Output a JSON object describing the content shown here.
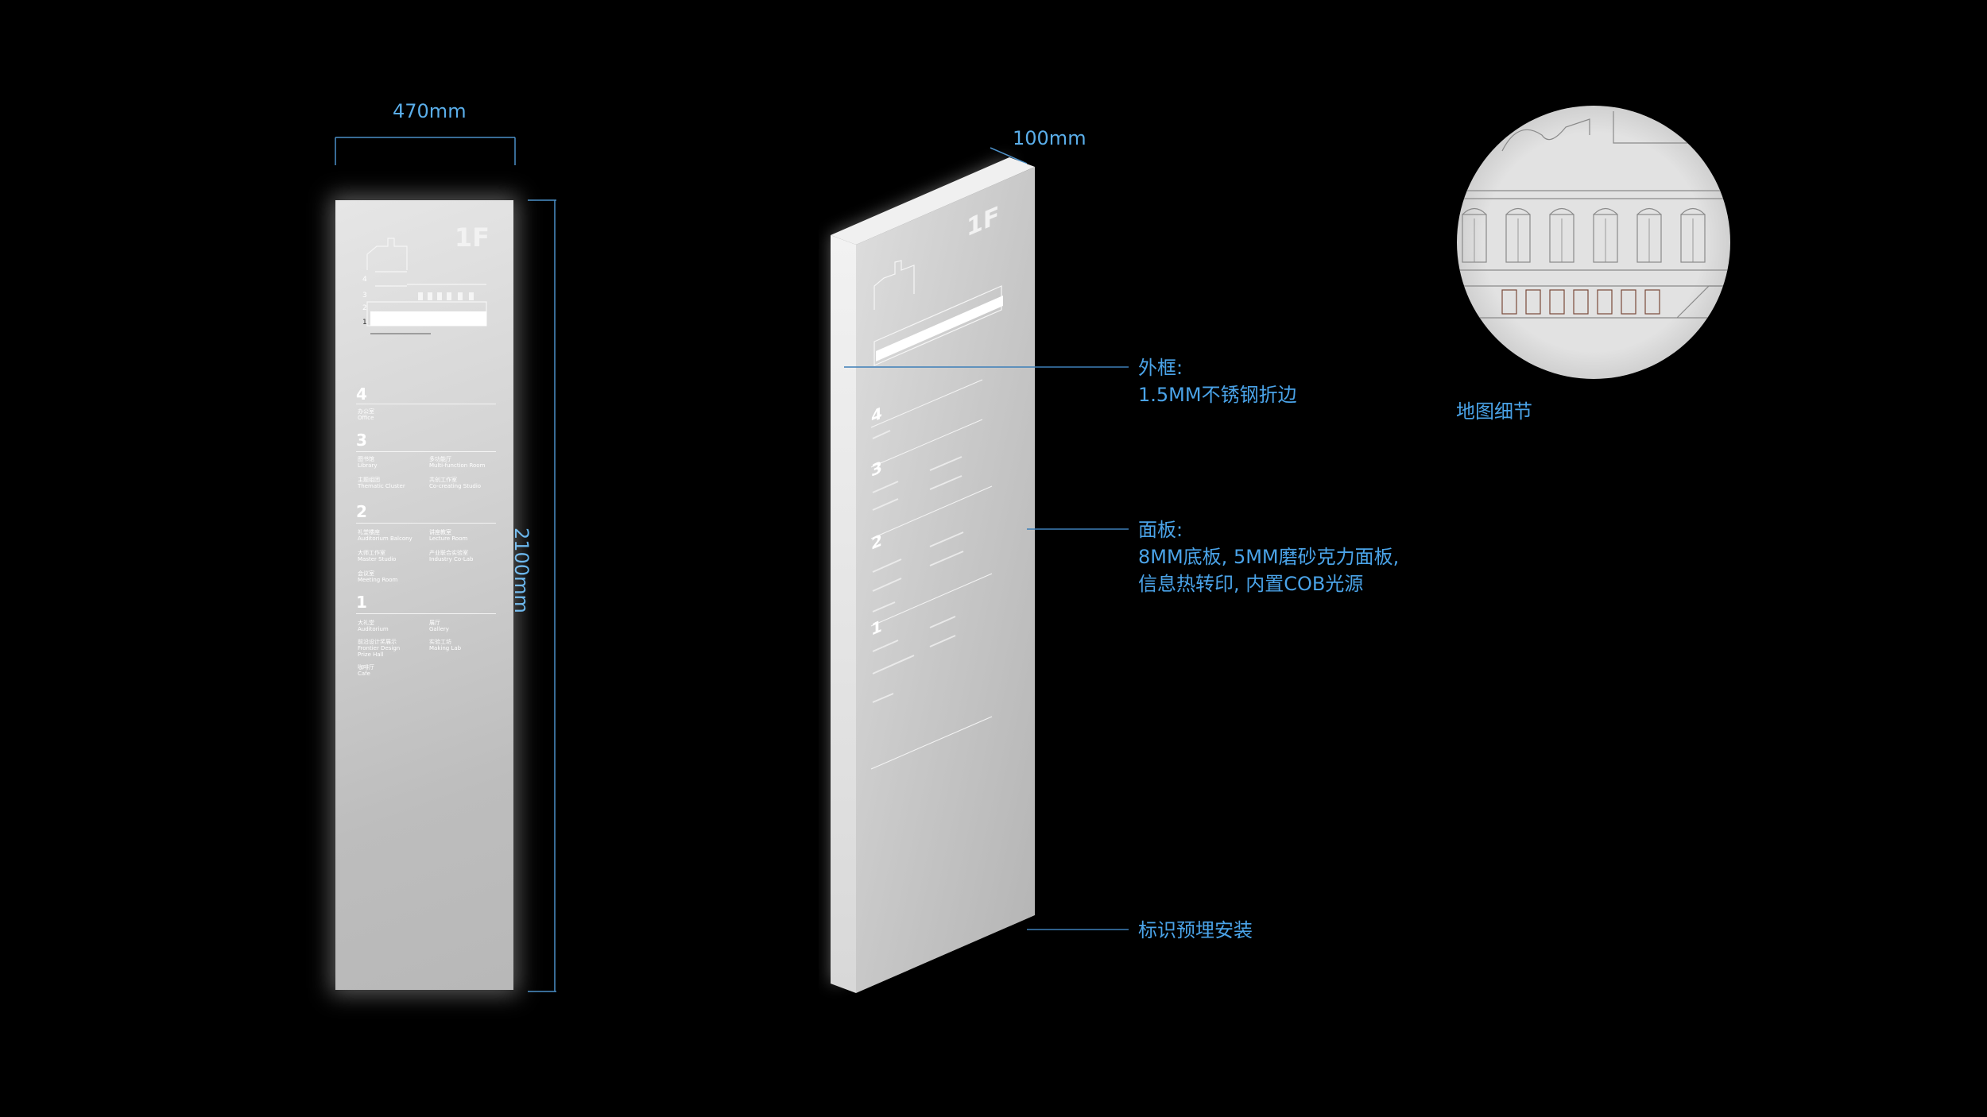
{
  "front_sign": {
    "width_label": "470mm",
    "height_label": "2100mm",
    "floor_label": "1F",
    "floors": [
      {
        "num": "4",
        "items": [
          "办公室\nOffice"
        ]
      },
      {
        "num": "3",
        "items": [
          "图书馆\nLibrary",
          "多功能厅\nMulti-function Room",
          "主题组团\nThematic Cluster",
          "共创工作室\nCo-creating Studio"
        ]
      },
      {
        "num": "2",
        "items": [
          "礼堂楼座\nAuditorium Balcony",
          "讲座教室\nLecture Room",
          "大师工作室\nMaster Studio",
          "产业联合实验室\nIndustry Co-Lab",
          "会议室\nMeeting Room"
        ]
      },
      {
        "num": "1",
        "items": [
          "大礼堂\nAuditorium",
          "展厅\nGallery",
          "前沿设计奖展示\nFrontier Design\nPrize Hall",
          "实验工坊\nMaking Lab",
          "咖啡厅\nCafe"
        ]
      }
    ]
  },
  "iso_sign": {
    "depth_label": "100mm",
    "floor_label": "1F"
  },
  "annotations": [
    {
      "text": "外框:\n1.5MM不锈钢折边"
    },
    {
      "text": "面板:\n8MM底板, 5MM磨砂克力面板,\n信息热转印, 内置COB光源"
    },
    {
      "text": "标识预埋安装"
    }
  ],
  "detail": {
    "caption": "地图细节"
  },
  "colors": {
    "background": "#000000",
    "annotation": "#4aa3e8",
    "panel": "#d0d0d0"
  }
}
